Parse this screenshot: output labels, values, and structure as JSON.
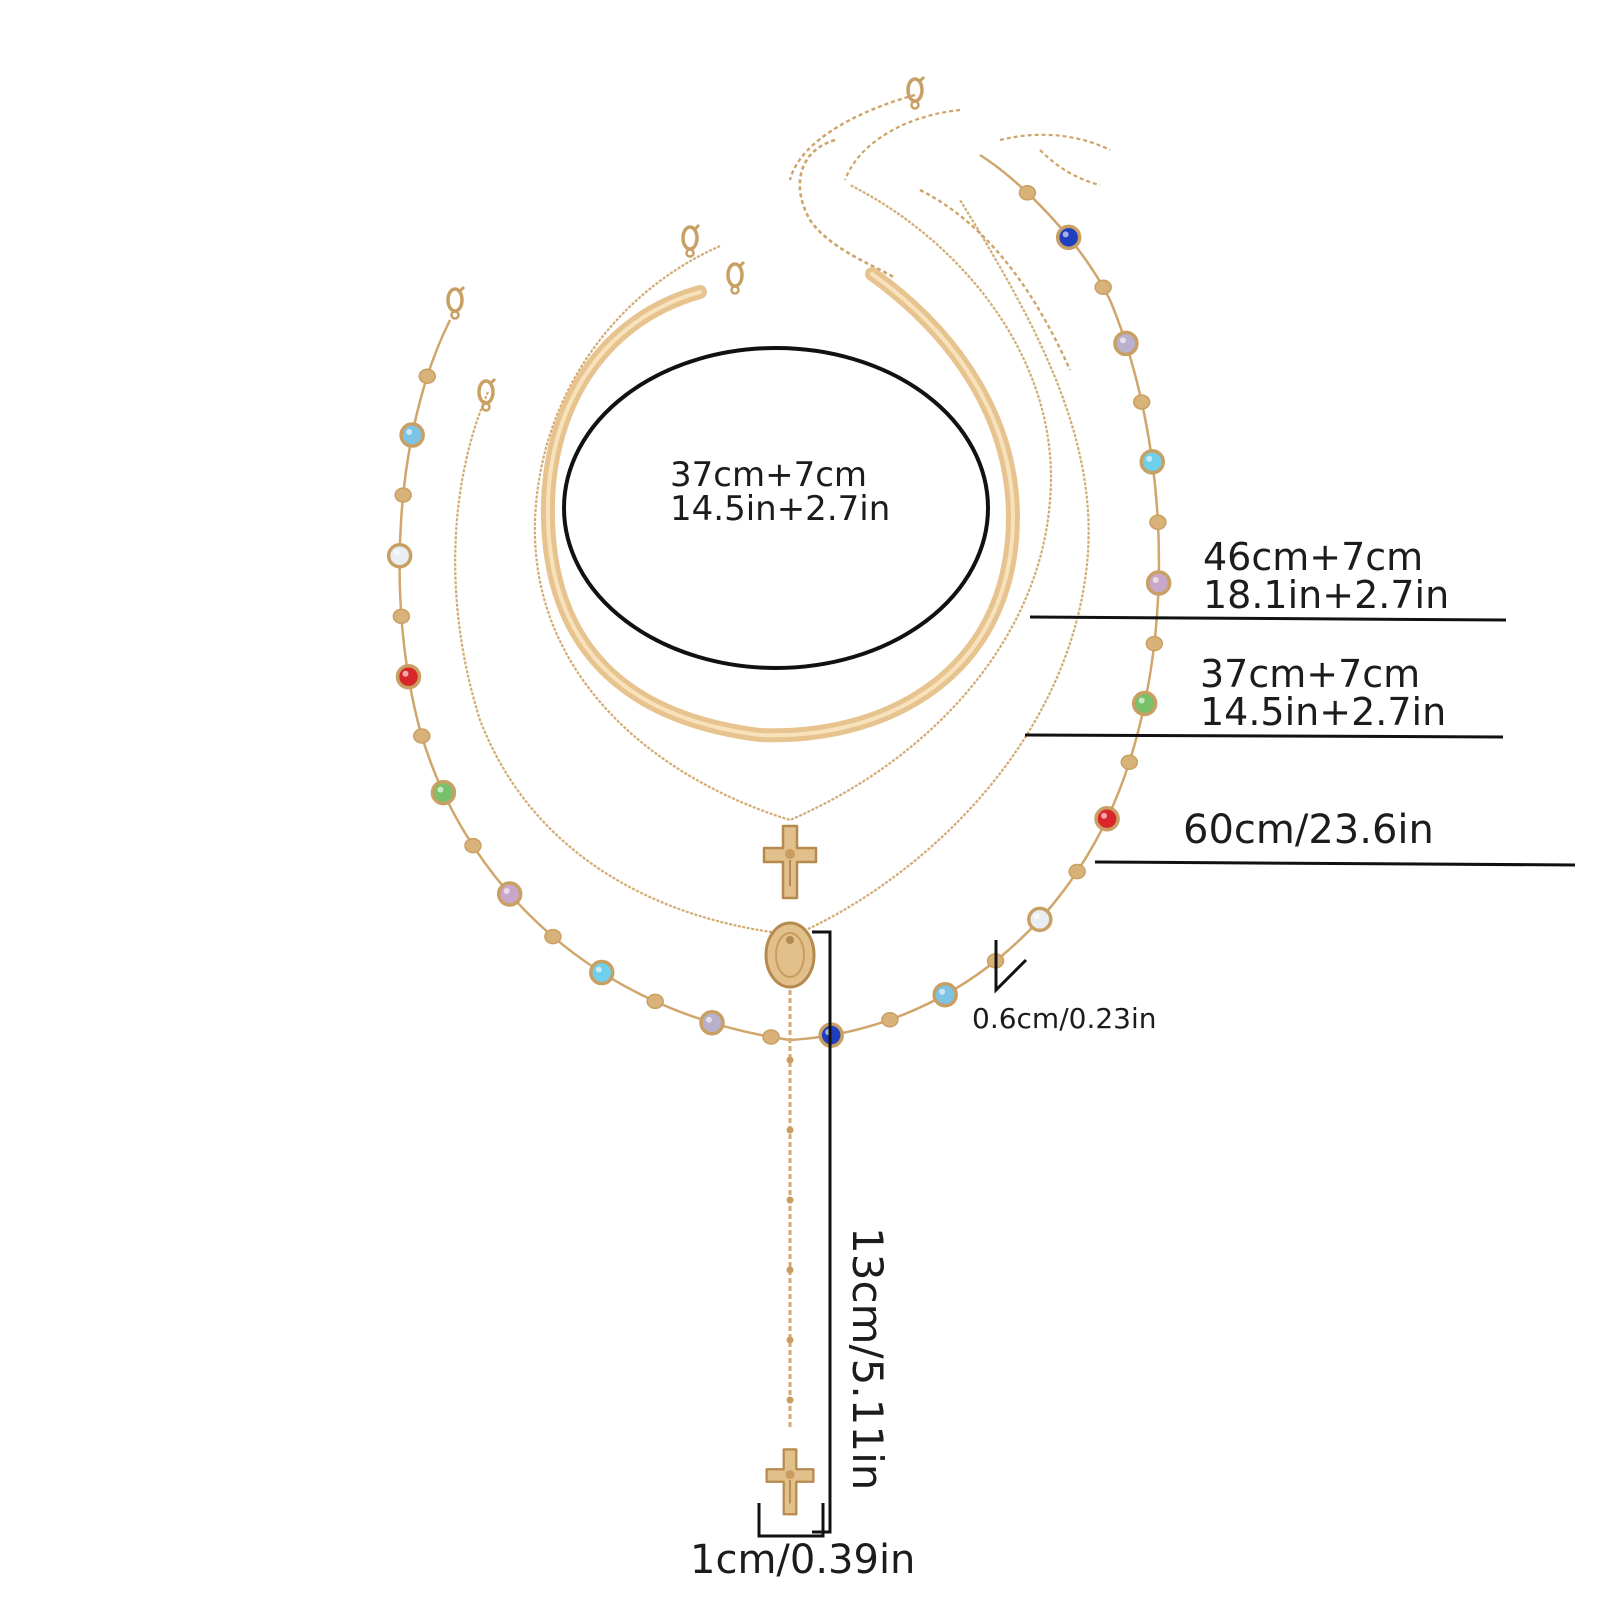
{
  "image": {
    "subject": "layered-necklace-set",
    "colors": {
      "background": "#ffffff",
      "gold": "#d9b27a",
      "gold_dark": "#b58a4e",
      "snake_chain": "#e7c48f",
      "guide_line": "#111111"
    },
    "bead_colors": [
      "#1f3fbf",
      "#7cc3e6",
      "#e9eef2",
      "#d9262b",
      "#79c06a",
      "#c9a7c9",
      "#6ed0ea",
      "#b9b0cc"
    ],
    "icons": [
      "crucifix-pendant",
      "virgin-mary-medallion",
      "lobster-clasp",
      "extender-chain"
    ]
  },
  "labels": {
    "choker": {
      "line1": "37cm+7cm",
      "line2": "14.5in+2.7in"
    },
    "cross_necklace": {
      "line1": "46cm+7cm",
      "line2": "18.1in+2.7in"
    },
    "rosary_chain": {
      "line1": "37cm+7cm",
      "line2": "14.5in+2.7in"
    },
    "bead_necklace": {
      "text": "60cm/23.6in"
    },
    "bead_size": {
      "text": "0.6cm/0.23in"
    },
    "drop_length": {
      "text": "13cm/5.11in"
    },
    "cross_width": {
      "text": "1cm/0.39in"
    }
  }
}
